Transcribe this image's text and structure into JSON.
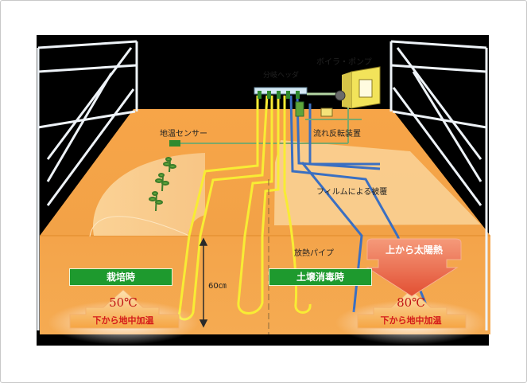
{
  "labels": {
    "boiler_pump": "ボイラ・ポンプ",
    "header": "分岐ヘッダ",
    "soil_sensor": "地温センサー",
    "reverse_device": "流れ反転装置",
    "film_cover": "フィルムによる被覆",
    "radiator_pipe": "放熱パイプ",
    "depth": "60㎝"
  },
  "left": {
    "title": "栽培時",
    "temperature": "50℃",
    "heating_note": "下から地中加温"
  },
  "right": {
    "title": "土壌消毒時",
    "temperature": "80℃",
    "heating_note": "下から地中加温",
    "sun_note": "上から太陽熱"
  },
  "colors": {
    "soil_face": "#f4a64a",
    "soil_top": "#f5a545",
    "pipe_hot": "#f8ec34",
    "pipe_return": "#3a6fc2",
    "label_green": "#1e9a2e",
    "temp_red": "#c21616"
  }
}
